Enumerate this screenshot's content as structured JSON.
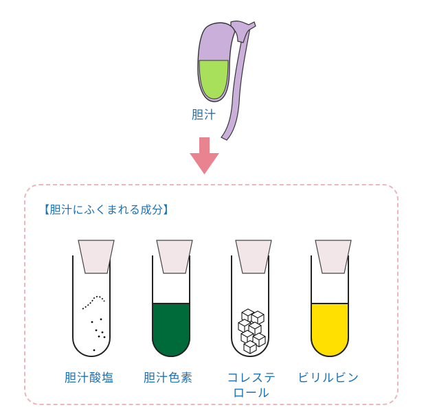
{
  "bile_label": "胆汁",
  "box_title": "【胆汁にふくまれる成分】",
  "components": [
    {
      "label": "胆汁酸塩"
    },
    {
      "label": "胆汁色素"
    },
    {
      "label": "コレステ\nロール"
    },
    {
      "label": "ビリルビン"
    }
  ],
  "colors": {
    "label_text": "#1a6fb5",
    "gallbladder": "#c9afd9",
    "gallbladder_fill": "#a8e05c",
    "arrow": "#e8838f",
    "box_border": "#e9b7bd",
    "stopper": "#f3e6e8",
    "bile_pigment": "#006b3a",
    "bilirubin": "#ffe000"
  }
}
